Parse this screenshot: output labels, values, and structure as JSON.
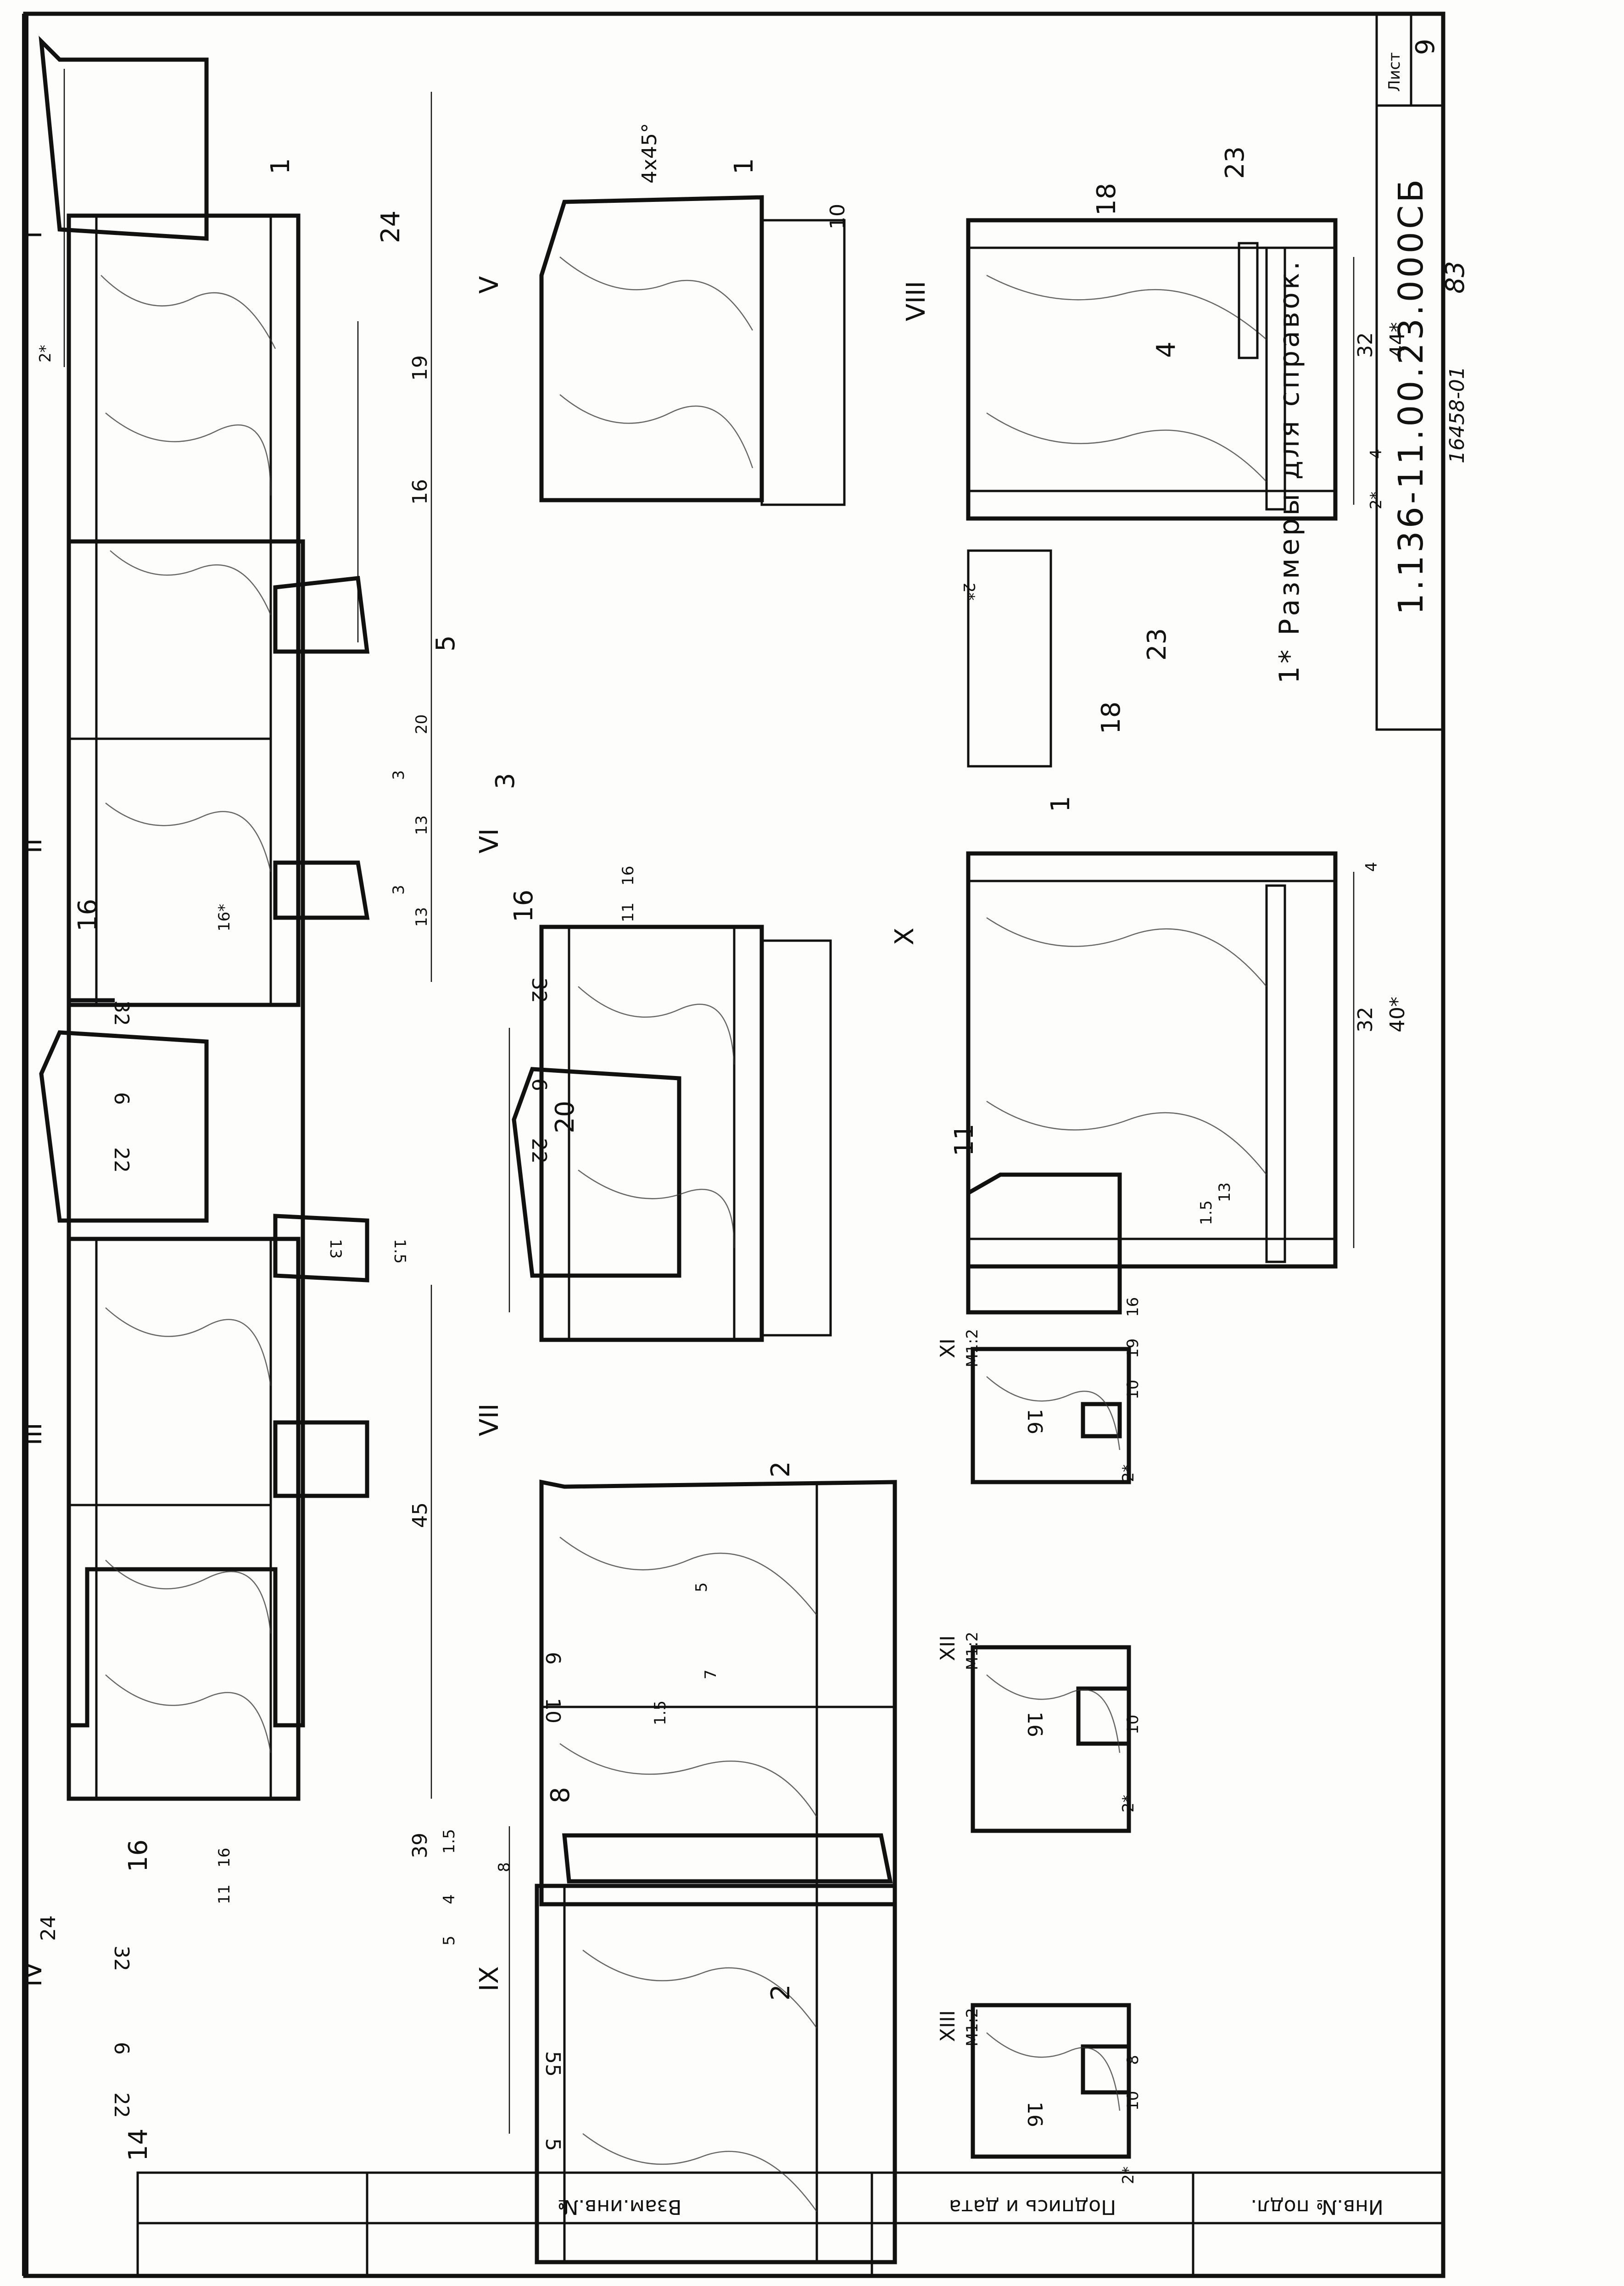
{
  "sheet": {
    "doc_code": "1.136-11.00.23.000СБ",
    "archive_no": "16458-01",
    "page_no": "83",
    "list_label": "Лист",
    "list_no": "9",
    "note": "1* Размеры для справок."
  },
  "stamp": {
    "col1": "Инв.№ подл.",
    "col2": "Подпись и дата",
    "col3": "Взам.инв.№"
  },
  "sections": {
    "I": "I",
    "II": "II",
    "III": "III",
    "IV": "IV",
    "V": "V",
    "VI": "VI",
    "VII": "VII",
    "VIII": "VIII",
    "IX": "IX",
    "X": "X",
    "XI": "XI",
    "XII": "XII",
    "XIII": "XIII",
    "scale": "М1:2"
  },
  "dims": {
    "d22": "22",
    "d6": "6",
    "d32": "32",
    "d16": "16",
    "d16s": "16*",
    "d11": "11",
    "d24": "24",
    "d14": "14",
    "d39": "39",
    "d45": "45",
    "d13": "13",
    "d1_5": "1.5",
    "d5": "5",
    "d4": "4",
    "d8": "8",
    "d7": "7",
    "d3": "3",
    "d20": "20",
    "d19": "19",
    "d2s": "2*",
    "d10": "10",
    "d55": "55",
    "d40s": "40*",
    "d44s": "44*",
    "chamfer": "4x45°"
  },
  "parts": {
    "p1": "1",
    "p2": "2",
    "p3": "3",
    "p4": "4",
    "p5": "5",
    "p8": "8",
    "p11": "11",
    "p14": "14",
    "p16": "16",
    "p18": "18",
    "p20": "20",
    "p23": "23",
    "p24": "24"
  }
}
